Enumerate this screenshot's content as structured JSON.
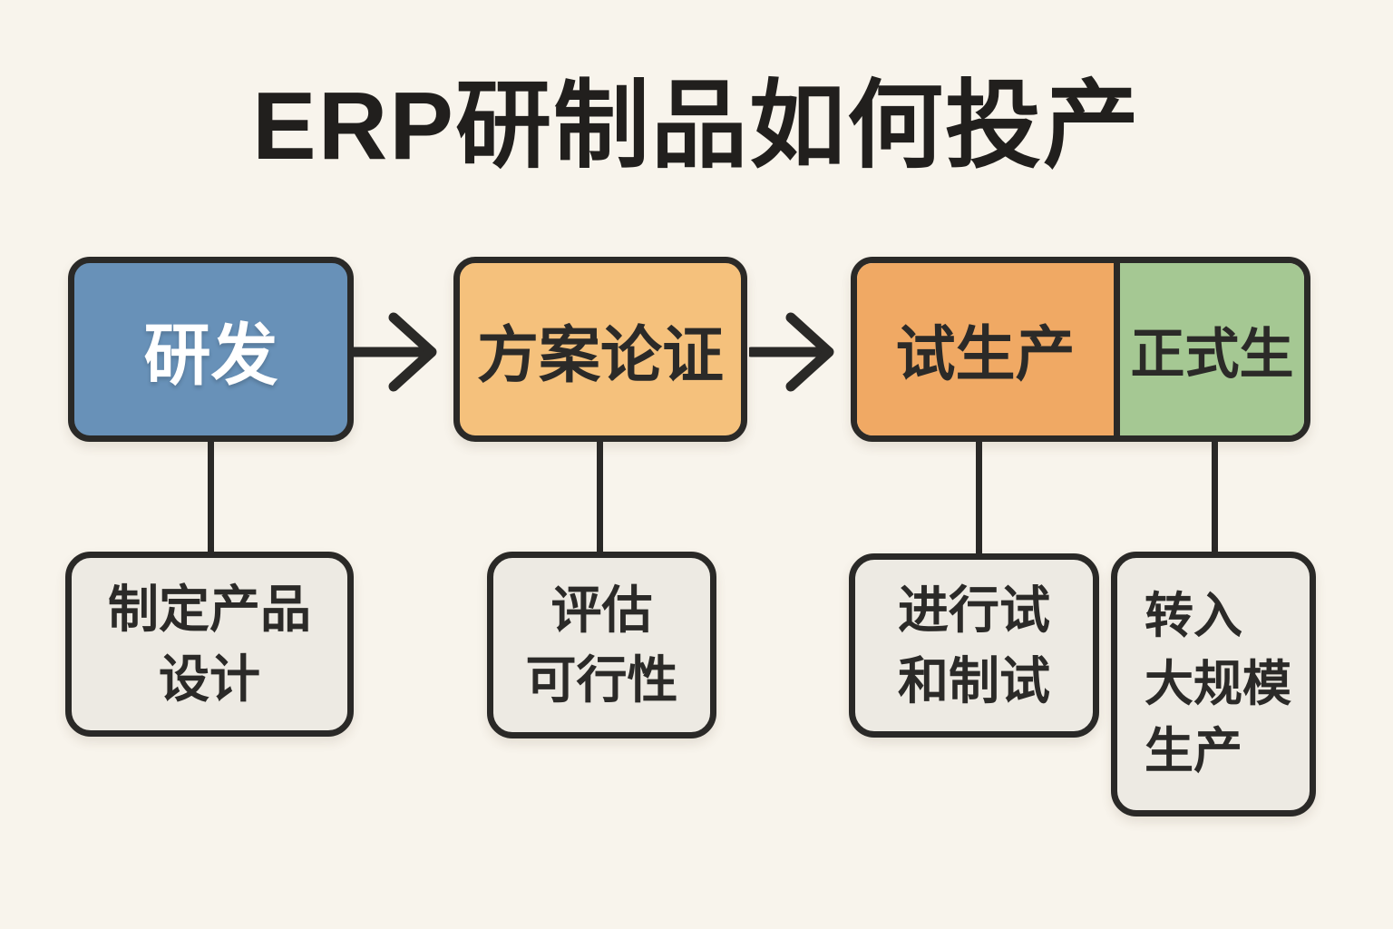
{
  "title": "ERP研制品如何投产",
  "colors": {
    "background": "#f8f4ec",
    "outline": "#2a2927",
    "title_text": "#211f1d",
    "dark_text": "#2b2a28",
    "light_text": "#ffffff",
    "stage_rd_fill": "#6891b8",
    "stage_proposal_fill": "#f5c17c",
    "stage_trial_fill": "#f0a964",
    "stage_official_fill": "#a5c893",
    "detail_fill": "#edeae3"
  },
  "stages": [
    {
      "label": "研发",
      "detail": "制定产品\n设计"
    },
    {
      "label": "方案论证",
      "detail": "评估\n可行性"
    },
    {
      "label": "试生产",
      "detail": "进行试\n和制试"
    },
    {
      "label": "正式生",
      "detail": "转入\n大规模\n生产"
    }
  ],
  "icons": {
    "arrow_right": "→"
  }
}
